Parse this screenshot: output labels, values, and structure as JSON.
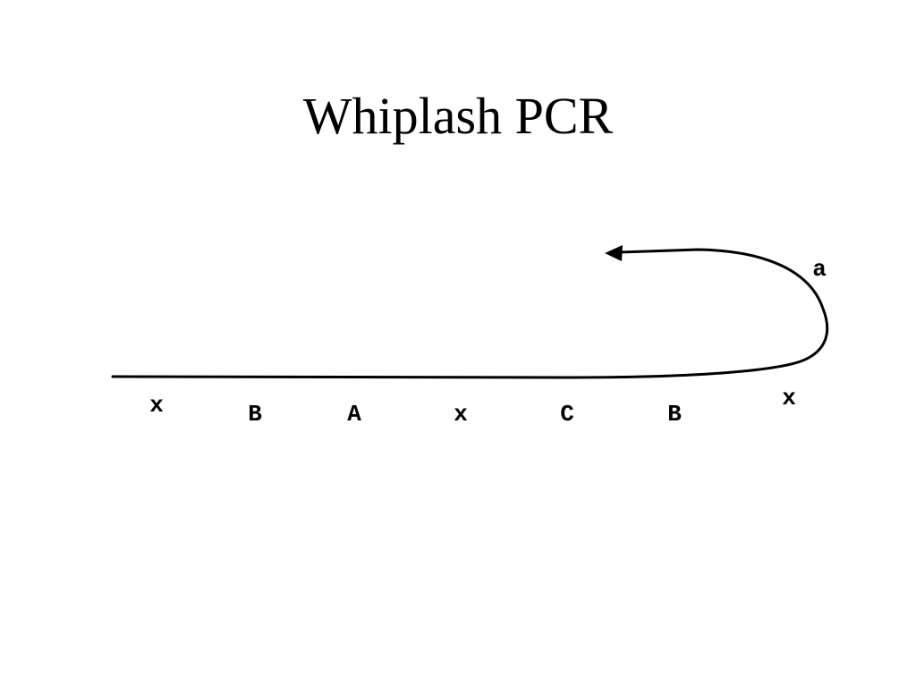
{
  "title": "Whiplash PCR",
  "strand_labels": [
    "x",
    "B",
    "A",
    "x",
    "C",
    "B",
    "x"
  ],
  "hairpin_label": "a",
  "colors": {
    "background": "#ffffff",
    "ink": "#000000"
  }
}
